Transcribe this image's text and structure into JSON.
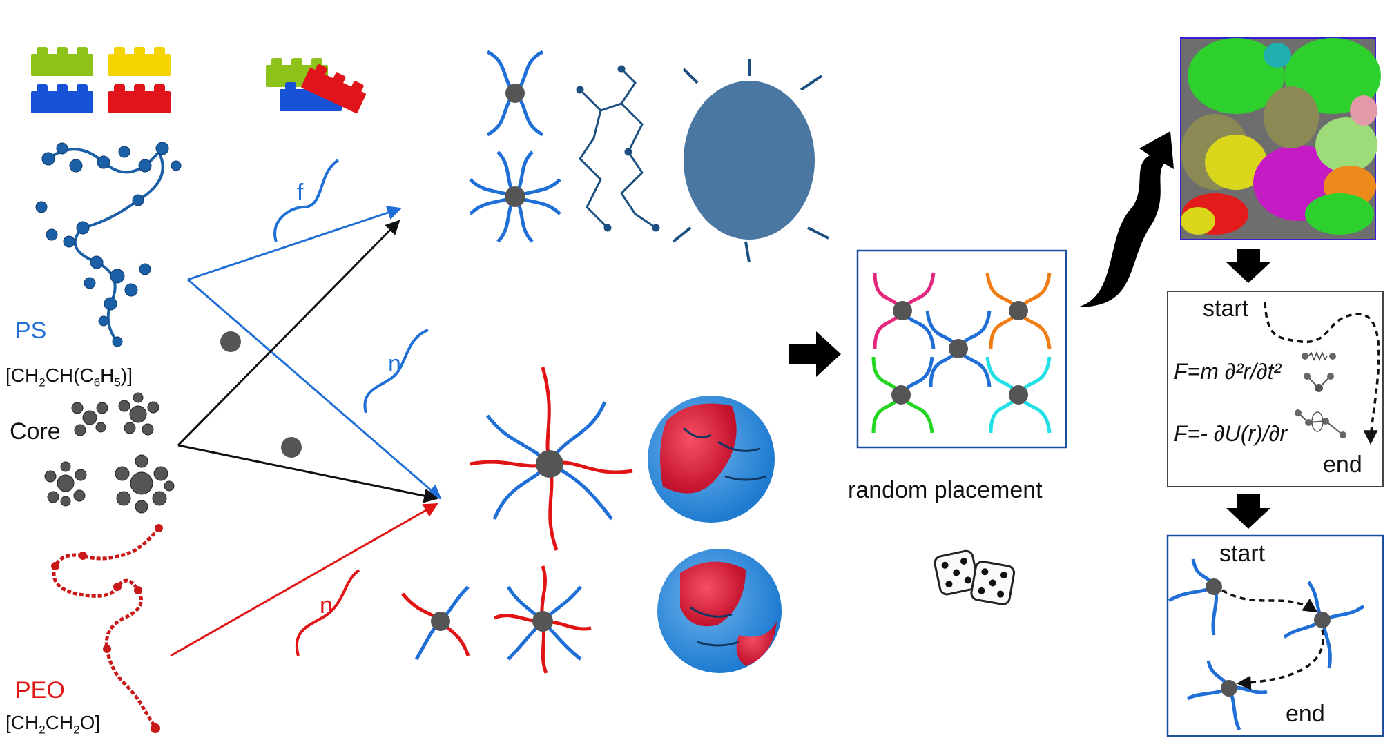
{
  "labels": {
    "ps": "PS",
    "core": "Core",
    "peo": "PEO",
    "arrow_f": "f",
    "arrow_n_blue": "n",
    "arrow_n_red": "n",
    "random_placement": "random placement",
    "start_top": "start",
    "end_top": "end",
    "start_bottom": "start",
    "end_bottom": "end"
  },
  "formulas": {
    "ps_left": "[CH",
    "ps_mid1": "CH(C",
    "ps_mid2": "H",
    "ps_end": ")]",
    "ps_sub1": "2",
    "ps_sub2": "6",
    "ps_sub3": "5",
    "peo_left": "[CH",
    "peo_mid": "CH",
    "peo_end": "O]",
    "peo_sub1": "2",
    "peo_sub2": "2",
    "eq1": "F=m ∂²r/∂t²",
    "eq2": "F=- ∂U(r)/∂r"
  },
  "colors": {
    "ps_blue": "#1f6fd6",
    "peo_red": "#e01414",
    "core_gray": "#555555",
    "lego_green": "#8cc21a",
    "lego_yellow": "#f5d300",
    "lego_blue": "#1752d6",
    "lego_red": "#e0141a",
    "frame_blue": "#1d4f9e",
    "frame_gray": "#444444"
  },
  "icons": [
    "lego-brick-icon",
    "dice-icon",
    "spring-bond-icon",
    "angle-icon",
    "torsion-icon",
    "curved-arrow-icon"
  ]
}
